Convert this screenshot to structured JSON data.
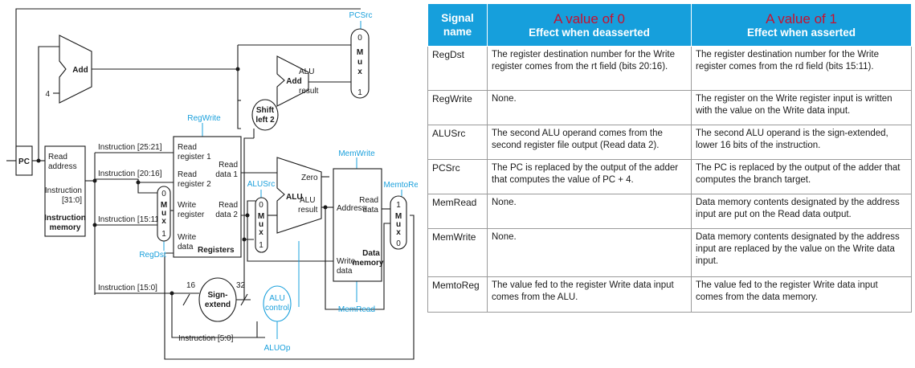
{
  "diagram": {
    "pc": "PC",
    "add_top": "Add",
    "four": "4",
    "pcsrc": "PCSrc",
    "shift": [
      "Shift",
      "left 2"
    ],
    "add_alu": "Add",
    "alu_result_top": [
      "ALU",
      "result"
    ],
    "mux_top": [
      "0",
      "M",
      "u",
      "x",
      "1"
    ],
    "imem": {
      "read": "Read",
      "address": "address",
      "instr": "Instruction",
      "bits": "[31:0]",
      "title1": "Instruction",
      "title2": "memory"
    },
    "instr_labels": [
      "Instruction [25:21]",
      "Instruction [20:16]",
      "Instruction [15:11]",
      "Instruction [15:0]",
      "Instruction [5:0]"
    ],
    "regwrite": "RegWrite",
    "regs": {
      "rr1a": "Read",
      "rr1b": "register 1",
      "rr2a": "Read",
      "rr2b": "register 2",
      "wra": "Write",
      "wrb": "register",
      "wda": "Write",
      "wdb": "data",
      "title": "Registers",
      "rd1a": "Read",
      "rd1b": "data 1",
      "rd2a": "Read",
      "rd2b": "data 2"
    },
    "mux_regdst": [
      "0",
      "M",
      "u",
      "x",
      "1"
    ],
    "regdst": "RegDst",
    "alusrc": "ALUSrc",
    "mux_alu": [
      "0",
      "M",
      "u",
      "x",
      "1"
    ],
    "alu": {
      "name": "ALU",
      "zero": "Zero",
      "r1": "ALU",
      "r2": "result"
    },
    "memwrite": "MemWrite",
    "dmem": {
      "address": "Address",
      "rd1": "Read",
      "rd2": "data",
      "wd1": "Write",
      "wd2": "data",
      "t1": "Data",
      "t2": "memory"
    },
    "memtoreg": "MemtoReg",
    "mux_mem": [
      "1",
      "M",
      "u",
      "x",
      "0"
    ],
    "memread": "MemRead",
    "sign": [
      "Sign-",
      "extend"
    ],
    "n16": "16",
    "n32": "32",
    "aluctl": [
      "ALU",
      "control"
    ],
    "aluop": "ALUOp"
  },
  "table": {
    "headers": {
      "signal": [
        "Signal",
        "name"
      ],
      "zero": {
        "value": "A value of 0",
        "effect": "Effect when deasserted"
      },
      "one": {
        "value": "A value of 1",
        "effect": "Effect when asserted"
      }
    },
    "rows": [
      {
        "name": "RegDst",
        "deasserted": "The register destination number for the Write register comes from the rt field (bits 20:16).",
        "asserted": "The register destination number for the Write register comes from the rd field (bits 15:11)."
      },
      {
        "name": "RegWrite",
        "deasserted": "None.",
        "asserted": "The register on the Write register input is written with the value on the Write data input."
      },
      {
        "name": "ALUSrc",
        "deasserted": "The second ALU operand comes from the second register file output (Read data 2).",
        "asserted": "The second ALU operand is the sign-extended, lower 16 bits of the instruction."
      },
      {
        "name": "PCSrc",
        "deasserted": "The PC is replaced by the output of the adder that computes the value of PC + 4.",
        "asserted": "The PC is replaced by the output of the adder that computes the branch target."
      },
      {
        "name": "MemRead",
        "deasserted": "None.",
        "asserted": "Data memory contents designated by the address input are put on the Read data output."
      },
      {
        "name": "MemWrite",
        "deasserted": "None.",
        "asserted": "Data memory contents designated by the address input are replaced by the value on the Write data input."
      },
      {
        "name": "MemtoReg",
        "deasserted": "The value fed to the register Write data input comes from the ALU.",
        "asserted": "The value fed to the register Write data input comes from the data memory."
      }
    ]
  }
}
